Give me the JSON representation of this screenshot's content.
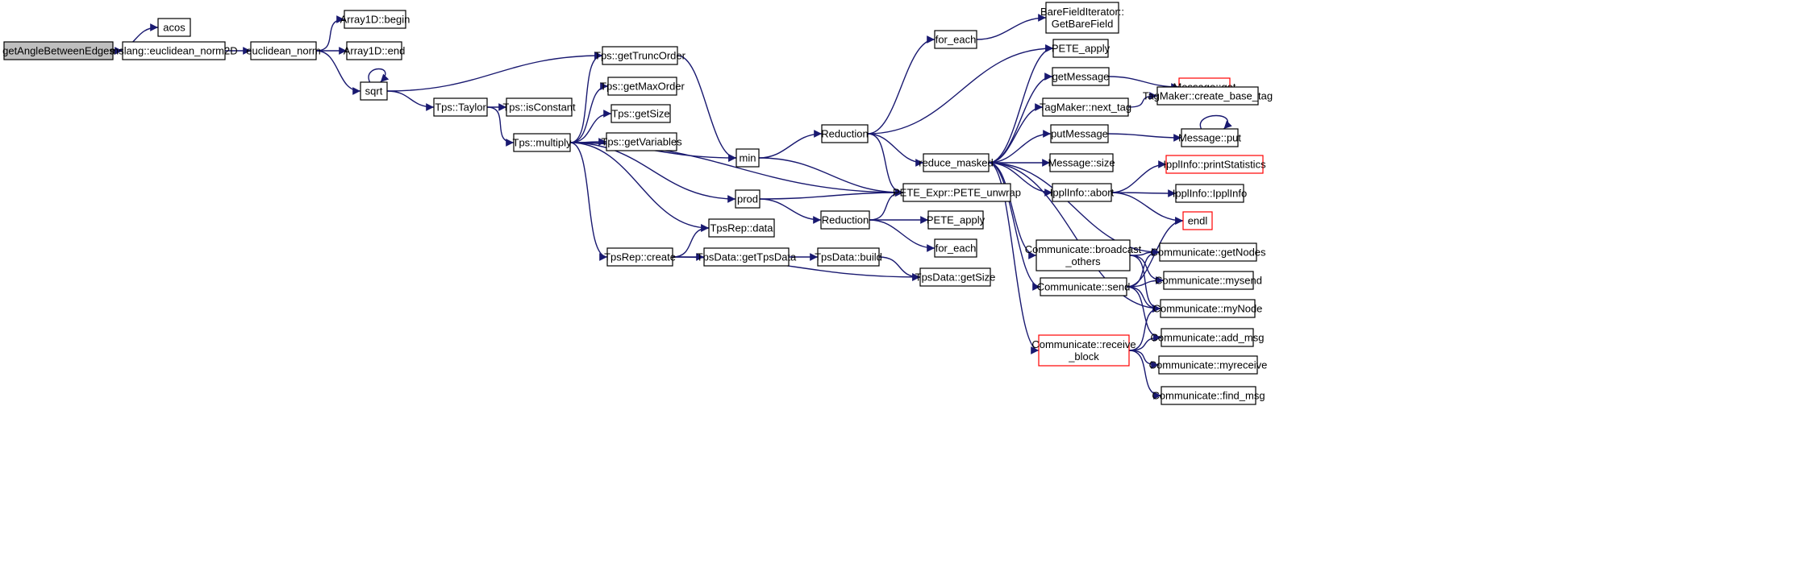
{
  "colors": {
    "edge": "#191970",
    "root_fill": "#bfbfbf",
    "truncated_border": "#ff0000",
    "node_border": "#000000"
  },
  "nodes": [
    {
      "id": "root",
      "lines": [
        "getAngleBetweenEdges"
      ],
      "root": true
    },
    {
      "id": "acos",
      "lines": [
        "acos"
      ]
    },
    {
      "id": "eucl2d",
      "lines": [
        "mslang::euclidean_norm2D"
      ]
    },
    {
      "id": "euclnorm",
      "lines": [
        "euclidean_norm"
      ]
    },
    {
      "id": "arrbegin",
      "lines": [
        "Array1D::begin"
      ]
    },
    {
      "id": "arrend",
      "lines": [
        "Array1D::end"
      ]
    },
    {
      "id": "sqrt",
      "lines": [
        "sqrt"
      ]
    },
    {
      "id": "taylor",
      "lines": [
        "Tps::Taylor"
      ]
    },
    {
      "id": "isconst",
      "lines": [
        "Tps::isConstant"
      ]
    },
    {
      "id": "multiply",
      "lines": [
        "Tps::multiply"
      ]
    },
    {
      "id": "trunc",
      "lines": [
        "Tps::getTruncOrder"
      ]
    },
    {
      "id": "maxord",
      "lines": [
        "Tps::getMaxOrder"
      ]
    },
    {
      "id": "tpssize",
      "lines": [
        "Tps::getSize"
      ]
    },
    {
      "id": "tpsvars",
      "lines": [
        "Tps::getVariables"
      ]
    },
    {
      "id": "min",
      "lines": [
        "min"
      ]
    },
    {
      "id": "prod",
      "lines": [
        "prod"
      ]
    },
    {
      "id": "repdata",
      "lines": [
        "TpsRep::data"
      ]
    },
    {
      "id": "repcreate",
      "lines": [
        "TpsRep::create"
      ]
    },
    {
      "id": "gettpsdata",
      "lines": [
        "TpsData::getTpsData"
      ]
    },
    {
      "id": "build",
      "lines": [
        "TpsData::build"
      ]
    },
    {
      "id": "datasize",
      "lines": [
        "TpsData::getSize"
      ]
    },
    {
      "id": "red1",
      "lines": [
        "Reduction"
      ]
    },
    {
      "id": "red2",
      "lines": [
        "Reduction"
      ]
    },
    {
      "id": "foreach1",
      "lines": [
        "for_each"
      ]
    },
    {
      "id": "bfi",
      "lines": [
        "BareFieldIterator::",
        "GetBareField"
      ]
    },
    {
      "id": "redmask",
      "lines": [
        "reduce_masked"
      ]
    },
    {
      "id": "unwrap",
      "lines": [
        "PETE_Expr::PETE_unwrap"
      ]
    },
    {
      "id": "peteapply2",
      "lines": [
        "PETE_apply"
      ]
    },
    {
      "id": "foreach2",
      "lines": [
        "for_each"
      ]
    },
    {
      "id": "peteapply1",
      "lines": [
        "PETE_apply"
      ]
    },
    {
      "id": "getmsg",
      "lines": [
        "getMessage"
      ]
    },
    {
      "id": "nexttag",
      "lines": [
        "TagMaker::next_tag"
      ]
    },
    {
      "id": "putmsg",
      "lines": [
        "putMessage"
      ]
    },
    {
      "id": "msgsize",
      "lines": [
        "Message::size"
      ]
    },
    {
      "id": "abort",
      "lines": [
        "IpplInfo::abort"
      ]
    },
    {
      "id": "bcast",
      "lines": [
        "Communicate::broadcast",
        "_others"
      ]
    },
    {
      "id": "send",
      "lines": [
        "Communicate::send"
      ]
    },
    {
      "id": "recv",
      "lines": [
        "Communicate::receive",
        "_block"
      ],
      "truncated": true
    },
    {
      "id": "msgget",
      "lines": [
        "Message::get"
      ],
      "truncated": true
    },
    {
      "id": "createbase",
      "lines": [
        "TagMaker::create_base_tag"
      ]
    },
    {
      "id": "msgput",
      "lines": [
        "Message::put"
      ]
    },
    {
      "id": "printstats",
      "lines": [
        "IpplInfo::printStatistics"
      ],
      "truncated": true
    },
    {
      "id": "ipplinfo",
      "lines": [
        "IpplInfo::IpplInfo"
      ]
    },
    {
      "id": "endl",
      "lines": [
        "endl"
      ],
      "truncated": true
    },
    {
      "id": "getnodes",
      "lines": [
        "Communicate::getNodes"
      ]
    },
    {
      "id": "mysend",
      "lines": [
        "Communicate::mysend"
      ]
    },
    {
      "id": "mynode",
      "lines": [
        "Communicate::myNode"
      ]
    },
    {
      "id": "addmsg",
      "lines": [
        "Communicate::add_msg"
      ]
    },
    {
      "id": "myrecv",
      "lines": [
        "Communicate::myreceive"
      ]
    },
    {
      "id": "findmsg",
      "lines": [
        "Communicate::find_msg"
      ]
    }
  ],
  "edges": [
    [
      "root",
      "acos"
    ],
    [
      "root",
      "eucl2d"
    ],
    [
      "eucl2d",
      "euclnorm"
    ],
    [
      "euclnorm",
      "arrbegin"
    ],
    [
      "euclnorm",
      "arrend"
    ],
    [
      "euclnorm",
      "sqrt"
    ],
    [
      "sqrt",
      "sqrt"
    ],
    [
      "sqrt",
      "taylor"
    ],
    [
      "sqrt",
      "trunc"
    ],
    [
      "taylor",
      "isconst"
    ],
    [
      "taylor",
      "multiply"
    ],
    [
      "multiply",
      "trunc"
    ],
    [
      "multiply",
      "maxord"
    ],
    [
      "multiply",
      "tpssize"
    ],
    [
      "multiply",
      "tpsvars"
    ],
    [
      "multiply",
      "min"
    ],
    [
      "multiply",
      "prod"
    ],
    [
      "multiply",
      "repdata"
    ],
    [
      "multiply",
      "repcreate"
    ],
    [
      "multiply",
      "unwrap"
    ],
    [
      "trunc",
      "min"
    ],
    [
      "min",
      "red1"
    ],
    [
      "min",
      "unwrap"
    ],
    [
      "prod",
      "unwrap"
    ],
    [
      "prod",
      "red2"
    ],
    [
      "repcreate",
      "repdata"
    ],
    [
      "repcreate",
      "gettpsdata"
    ],
    [
      "repcreate",
      "datasize"
    ],
    [
      "gettpsdata",
      "build"
    ],
    [
      "build",
      "datasize"
    ],
    [
      "red1",
      "foreach1"
    ],
    [
      "red1",
      "peteapply1"
    ],
    [
      "red1",
      "redmask"
    ],
    [
      "red1",
      "unwrap"
    ],
    [
      "foreach1",
      "bfi"
    ],
    [
      "red2",
      "unwrap"
    ],
    [
      "red2",
      "peteapply2"
    ],
    [
      "red2",
      "foreach2"
    ],
    [
      "redmask",
      "peteapply1"
    ],
    [
      "redmask",
      "getmsg"
    ],
    [
      "redmask",
      "nexttag"
    ],
    [
      "redmask",
      "putmsg"
    ],
    [
      "redmask",
      "msgsize"
    ],
    [
      "redmask",
      "abort"
    ],
    [
      "redmask",
      "bcast"
    ],
    [
      "redmask",
      "send"
    ],
    [
      "redmask",
      "recv"
    ],
    [
      "redmask",
      "getnodes"
    ],
    [
      "redmask",
      "mynode"
    ],
    [
      "getmsg",
      "msgget"
    ],
    [
      "nexttag",
      "createbase"
    ],
    [
      "putmsg",
      "msgput"
    ],
    [
      "msgput",
      "msgput"
    ],
    [
      "abort",
      "printstats"
    ],
    [
      "abort",
      "ipplinfo"
    ],
    [
      "abort",
      "endl"
    ],
    [
      "bcast",
      "getnodes"
    ],
    [
      "bcast",
      "mysend"
    ],
    [
      "bcast",
      "mynode"
    ],
    [
      "send",
      "endl"
    ],
    [
      "send",
      "getnodes"
    ],
    [
      "send",
      "mysend"
    ],
    [
      "send",
      "mynode"
    ],
    [
      "send",
      "addmsg"
    ],
    [
      "recv",
      "mynode"
    ],
    [
      "recv",
      "addmsg"
    ],
    [
      "recv",
      "myrecv"
    ],
    [
      "recv",
      "findmsg"
    ]
  ]
}
